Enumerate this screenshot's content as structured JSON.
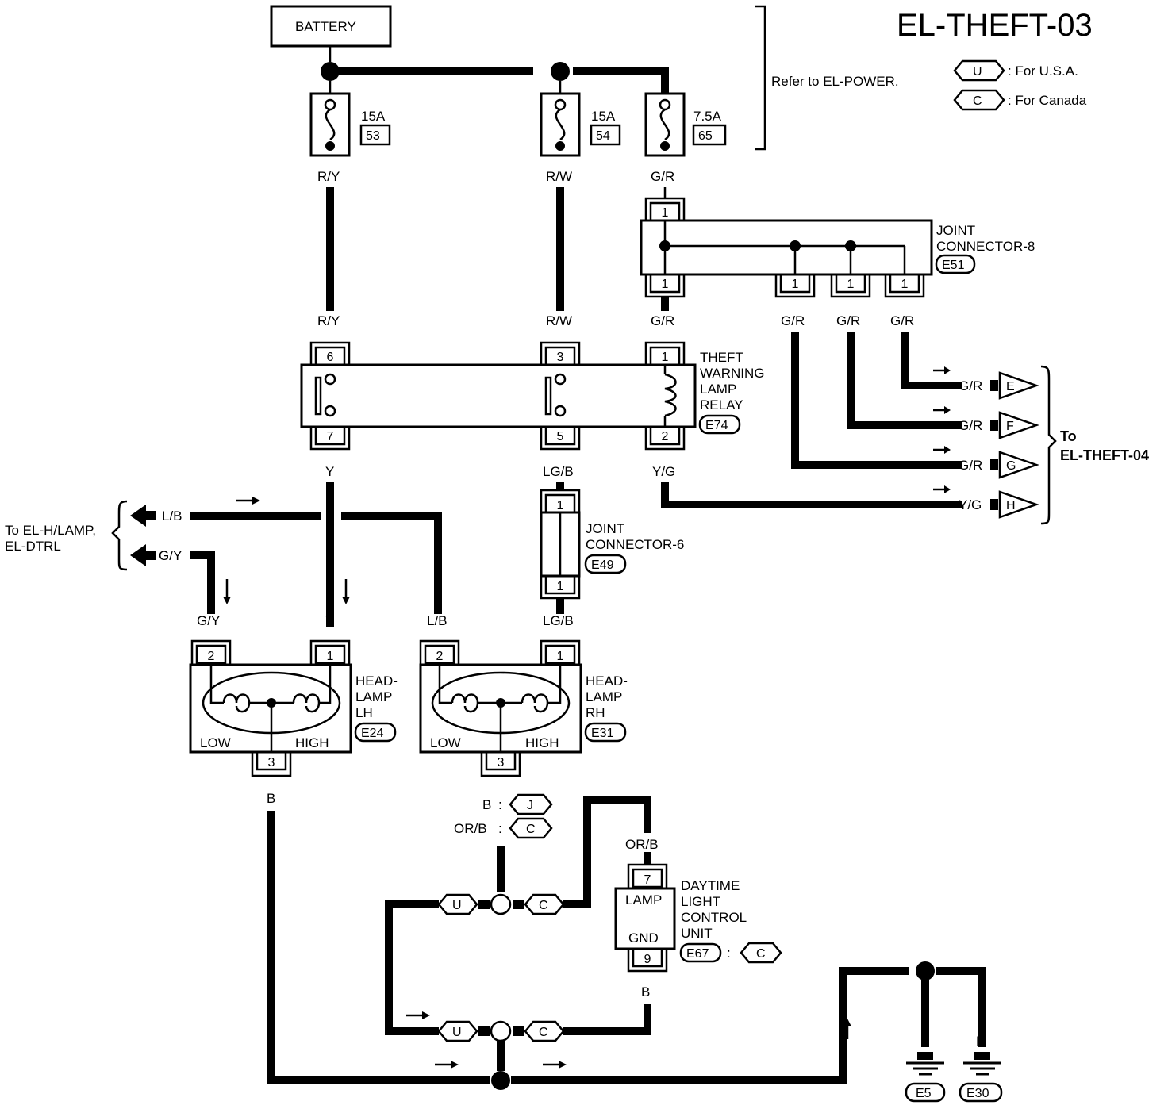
{
  "title": "EL-THEFT-03",
  "battery": "BATTERY",
  "refer_power": "Refer to EL-POWER.",
  "legend": {
    "u_code": "U",
    "u_text": ": For U.S.A.",
    "c_code": "C",
    "c_text": ": For Canada"
  },
  "fuses": [
    {
      "amp": "15A",
      "num": "53"
    },
    {
      "amp": "15A",
      "num": "54"
    },
    {
      "amp": "7.5A",
      "num": "65"
    }
  ],
  "wires": {
    "ry": "R/Y",
    "rw": "R/W",
    "gr": "G/R",
    "y": "Y",
    "lgb": "LG/B",
    "yg": "Y/G",
    "lb": "L/B",
    "gy": "G/Y",
    "b": "B",
    "orb": "OR/B"
  },
  "pins": {
    "p1": "1",
    "p2": "2",
    "p3": "3",
    "p5": "5",
    "p6": "6",
    "p7": "7",
    "p9": "9"
  },
  "joint8": {
    "line1": "JOINT",
    "line2": "CONNECTOR-8",
    "code": "E51"
  },
  "relay": {
    "line1": "THEFT",
    "line2": "WARNING",
    "line3": "LAMP",
    "line4": "RELAY",
    "code": "E74"
  },
  "joint6": {
    "line1": "JOINT",
    "line2": "CONNECTOR-6",
    "code": "E49"
  },
  "to_theft04": {
    "line1": "To",
    "line2": "EL-THEFT-04",
    "e": "E",
    "f": "F",
    "g": "G",
    "h": "H"
  },
  "to_hlamp": {
    "line1": "To EL-H/LAMP,",
    "line2": "EL-DTRL"
  },
  "headlamp_lh": {
    "line1": "HEAD-",
    "line2": "LAMP",
    "line3": "LH",
    "code": "E24",
    "low": "LOW",
    "high": "HIGH"
  },
  "headlamp_rh": {
    "line1": "HEAD-",
    "line2": "LAMP",
    "line3": "RH",
    "code": "E31",
    "low": "LOW",
    "high": "HIGH"
  },
  "option_j": "J",
  "option_c": "C",
  "option_u": "U",
  "dtrl": {
    "line1": "DAYTIME",
    "line2": "LIGHT",
    "line3": "CONTROL",
    "line4": "UNIT",
    "code": "E67",
    "lamp": "LAMP",
    "gnd": "GND"
  },
  "grounds": [
    {
      "code": "E5"
    },
    {
      "code": "E30"
    }
  ]
}
